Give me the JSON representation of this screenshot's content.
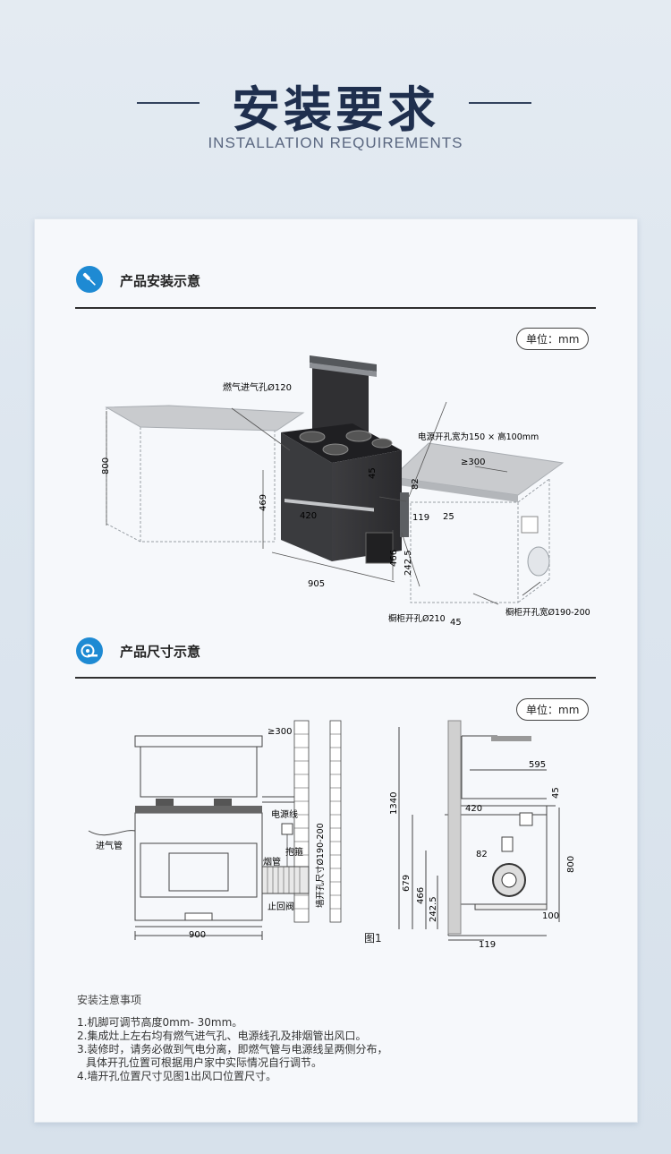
{
  "header": {
    "title": "安装要求",
    "subtitle": "INSTALLATION REQUIREMENTS"
  },
  "section1": {
    "title": "产品安装示意",
    "icon": "screwdriver-icon",
    "unit": "单位：mm",
    "labels": {
      "gas_inlet": "燃气进气孔Ø120",
      "power_hole": "电源开孔宽为150 × 高100mm",
      "d800": "800",
      "d469": "469",
      "d420": "420",
      "d45": "45",
      "d82": "82",
      "d119": "119",
      "d25": "25",
      "d300": "≥300",
      "d466": "466",
      "d2425": "242.5",
      "d905": "905",
      "cab_hole": "橱柜开孔Ø210",
      "d45b": "45",
      "cab_width": "橱柜开孔宽Ø190-200"
    }
  },
  "section2": {
    "title": "产品尺寸示意",
    "icon": "tape-measure-icon",
    "unit": "单位：mm",
    "labels": {
      "d300": "≥300",
      "wall_hole": "墙开孔尺寸Ø190-200",
      "power_line": "电源线",
      "clamp": "抱箍",
      "flue": "烟管",
      "check_valve": "止回阀",
      "gas_pipe": "进气管",
      "d900": "900",
      "fig": "图1",
      "d595": "595",
      "d45": "45",
      "d420": "420",
      "d1340": "1340",
      "d800": "800",
      "d82": "82",
      "d679": "679",
      "d466": "466",
      "d2425": "242.5",
      "d100": "100",
      "d119": "119"
    }
  },
  "notes": {
    "title": "安装注意事项",
    "lines": [
      "1.机脚可调节高度0mm- 30mm。",
      "2.集成灶上左右均有燃气进气孔、电源线孔及排烟管出风口。",
      "3.装修时，请务必做到气电分离，即燃气管与电源线呈两侧分布，",
      "具体开孔位置可根据用户家中实际情况自行调节。",
      "4.墙开孔位置尺寸见图1出风口位置尺寸。"
    ]
  }
}
